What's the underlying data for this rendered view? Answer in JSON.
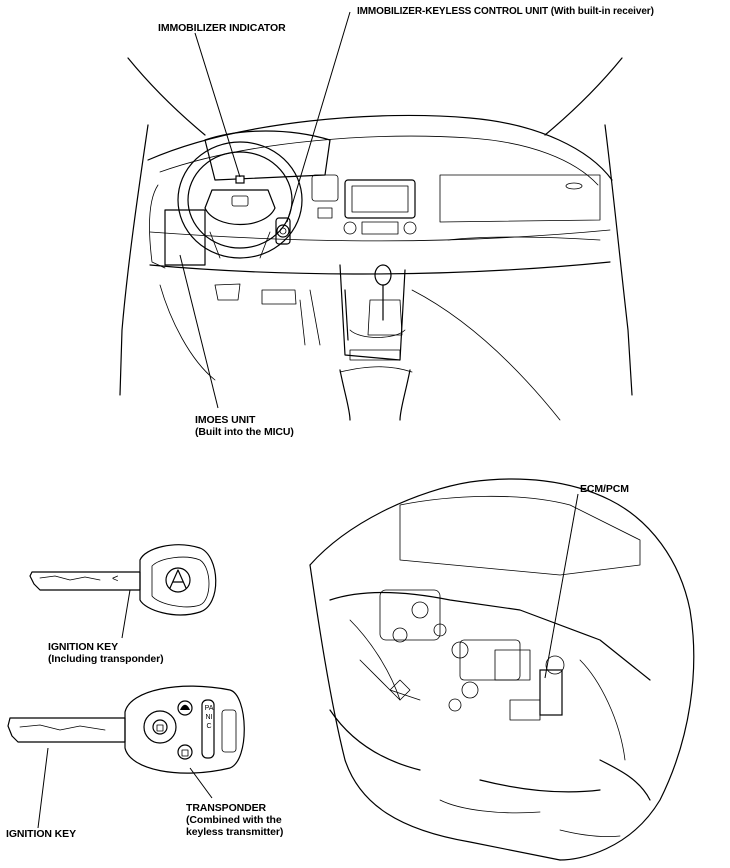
{
  "callouts": {
    "immobilizer_indicator": "IMMOBILIZER INDICATOR",
    "control_unit": "IMMOBILIZER-KEYLESS CONTROL UNIT (With built-in receiver)",
    "imoes_unit_line1": "IMOES UNIT",
    "imoes_unit_line2": "(Built into the MICU)",
    "ecm_pcm": "ECM/PCM",
    "ignition_key_transponder_line1": "IGNITION KEY",
    "ignition_key_transponder_line2": "(Including transponder)",
    "transponder_line1": "TRANSPONDER",
    "transponder_line2": "(Combined with the",
    "transponder_line3": "keyless transmitter)",
    "ignition_key": "IGNITION KEY"
  },
  "remote": {
    "panic_label": "PANIC"
  },
  "key_mark": "<"
}
